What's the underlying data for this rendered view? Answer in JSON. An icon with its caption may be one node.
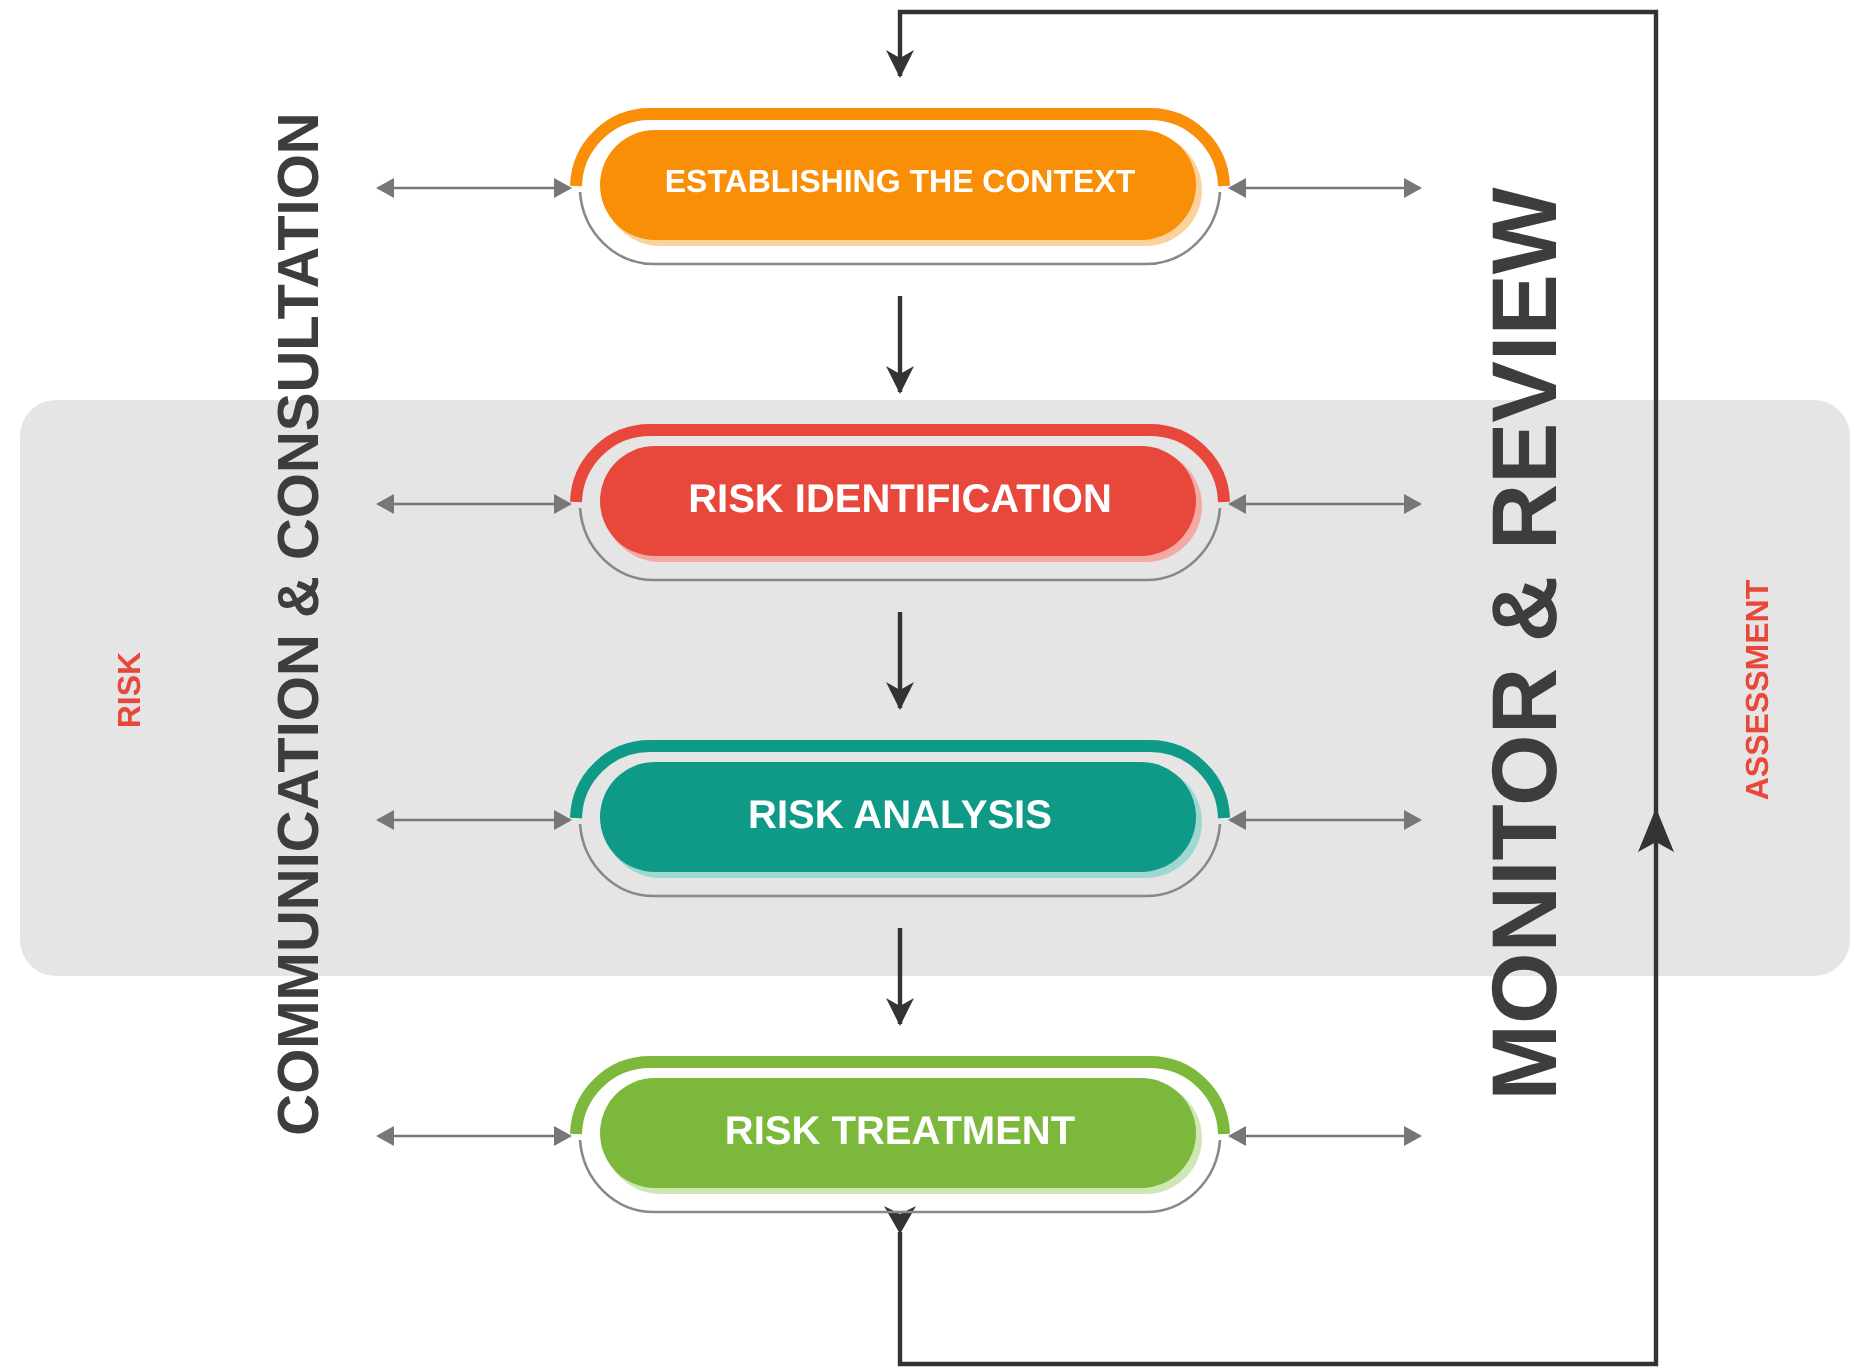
{
  "diagram": {
    "nodes": [
      {
        "text": [
          "RISK",
          "ASSESSMENT"
        ]
      },
      {
        "text": [
          "ESTABLISHING THE CONTEXT"
        ]
      },
      {
        "text": [
          "RISK IDENTIFICATION"
        ],
        "in": 0
      },
      {
        "text": [
          "RISK ANALYSIS"
        ],
        "in": 0
      },
      {
        "text": [
          "RISK TREATMENT"
        ]
      },
      {
        "text": [
          "COMMUNICATION & CONSULTATION"
        ]
      },
      {
        "text": [
          "MONITOR & REVIEW"
        ]
      }
    ],
    "edges": [
      {
        "from": 1,
        "to": 2,
        "arrow": "to"
      },
      {
        "from": 2,
        "to": 3,
        "arrow": "to"
      },
      {
        "from": 3,
        "to": 4,
        "arrow": "to"
      },
      {
        "from": 4,
        "to": 1,
        "arrow": "to"
      },
      {
        "from": 5,
        "to": 1,
        "arrow": "both",
        "color": "#777777"
      },
      {
        "from": 5,
        "to": 2,
        "arrow": "both",
        "color": "#777777"
      },
      {
        "from": 5,
        "to": 3,
        "arrow": "both",
        "color": "#777777"
      },
      {
        "from": 5,
        "to": 4,
        "arrow": "both",
        "color": "#777777"
      },
      {
        "from": 1,
        "to": 6,
        "arrow": "both",
        "color": "#777777"
      },
      {
        "from": 2,
        "to": 6,
        "arrow": "both",
        "color": "#777777"
      },
      {
        "from": 3,
        "to": 6,
        "arrow": "both",
        "color": "#777777"
      },
      {
        "from": 4,
        "to": 6,
        "arrow": "both",
        "color": "#777777"
      }
    ]
  }
}
